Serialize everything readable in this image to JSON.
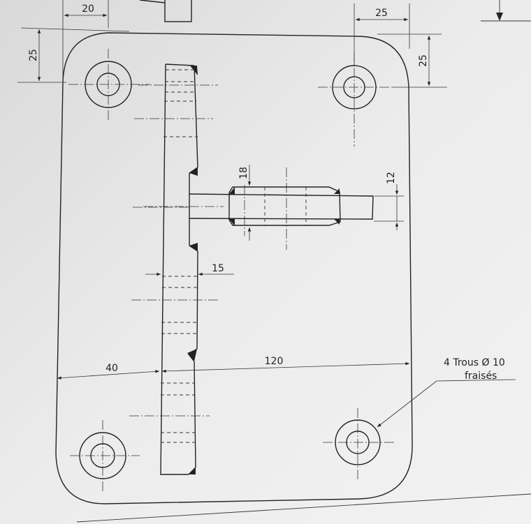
{
  "dimensions": {
    "top_left_offset": "20",
    "top_right_offset": "25",
    "left_vertical_offset": "25",
    "right_vertical_offset": "25",
    "web_height": "18",
    "flange_width": "12",
    "rib_thickness": "15",
    "left_distance": "40",
    "main_length": "120"
  },
  "note": {
    "line1": "4 Trous Ø 10",
    "line2": "fraisés"
  }
}
